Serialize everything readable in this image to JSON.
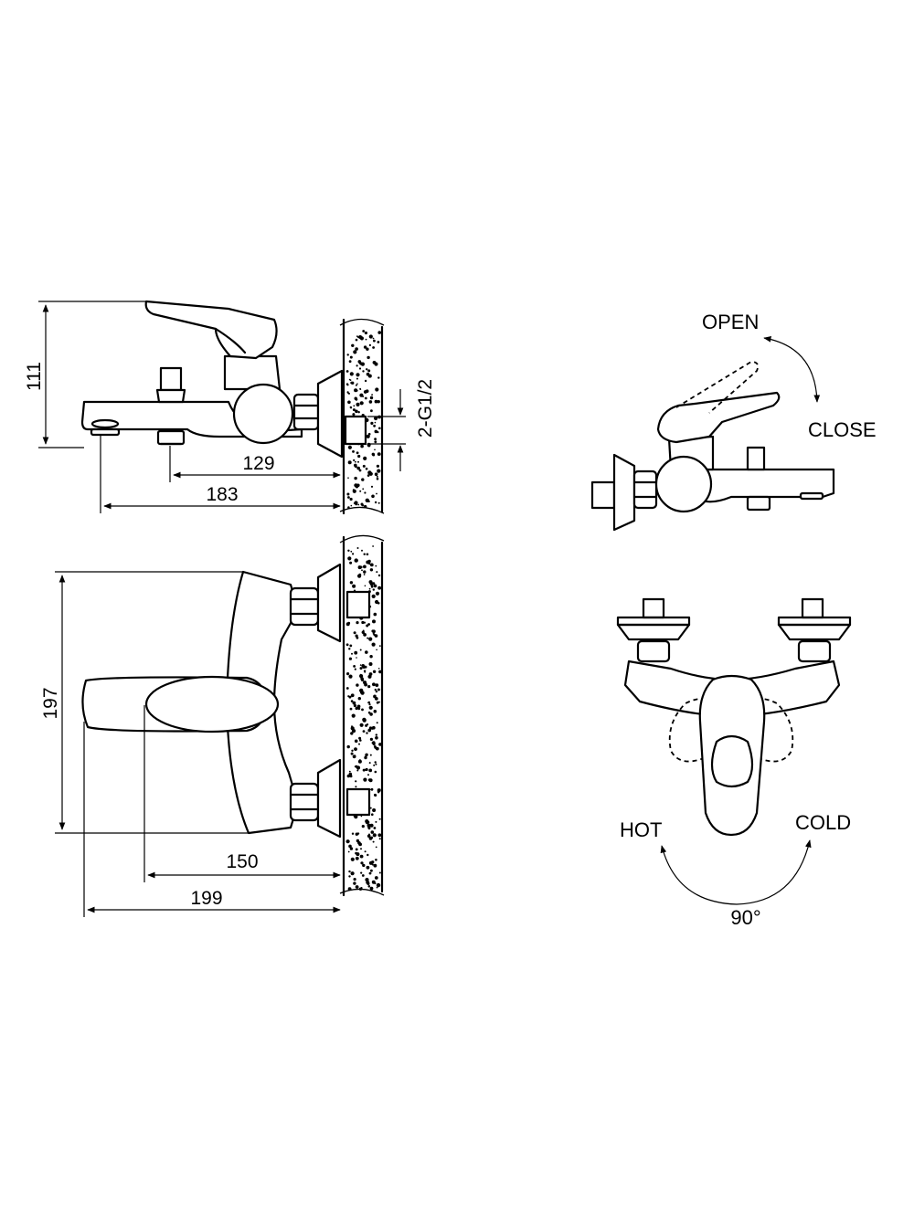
{
  "dimensions": {
    "height_111": "111",
    "inlet_thread": "2-G1/2",
    "spout_to_wall_129": "129",
    "spout_tip_to_wall_183": "183",
    "width_197": "197",
    "handle_to_wall_150": "150",
    "front_to_wall_199": "199"
  },
  "operation": {
    "open_label": "OPEN",
    "close_label": "CLOSE",
    "hot_label": "HOT",
    "cold_label": "COLD",
    "rotation_angle": "90°"
  },
  "colors": {
    "line": "#000000",
    "background": "#ffffff"
  }
}
